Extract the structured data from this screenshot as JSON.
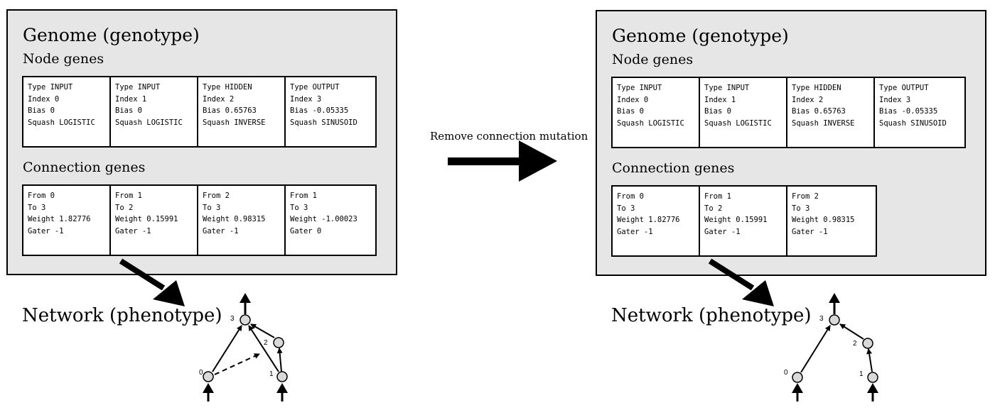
{
  "left": {
    "genome_title": "Genome (genotype)",
    "node_genes_title": "Node genes",
    "connection_genes_title": "Connection genes",
    "network_title": "Network (phenotype)",
    "node_genes": [
      {
        "line1": "Type INPUT",
        "line2": "Index 0",
        "line3": "Bias 0",
        "line4": "Squash LOGISTIC"
      },
      {
        "line1": "Type INPUT",
        "line2": "Index 1",
        "line3": "Bias 0",
        "line4": "Squash LOGISTIC"
      },
      {
        "line1": "Type HIDDEN",
        "line2": "Index 2",
        "line3": "Bias 0.65763",
        "line4": "Squash INVERSE"
      },
      {
        "line1": "Type OUTPUT",
        "line2": "Index 3",
        "line3": "Bias -0.05335",
        "line4": "Squash SINUSOID"
      }
    ],
    "connection_genes": [
      {
        "line1": "From 0",
        "line2": "To 3",
        "line3": "Weight 1.82776",
        "line4": "Gater -1"
      },
      {
        "line1": "From 1",
        "line2": "To 2",
        "line3": "Weight 0.15991",
        "line4": "Gater -1"
      },
      {
        "line1": "From 2",
        "line2": "To 3",
        "line3": "Weight 0.98315",
        "line4": "Gater -1"
      },
      {
        "line1": "From 1",
        "line2": "To 3",
        "line3": "Weight -1.00023",
        "line4": "Gater 0"
      }
    ],
    "network_node_labels": [
      "0",
      "1",
      "2",
      "3"
    ]
  },
  "mutation_label": "Remove connection mutation",
  "right": {
    "genome_title": "Genome (genotype)",
    "node_genes_title": "Node genes",
    "connection_genes_title": "Connection genes",
    "network_title": "Network (phenotype)",
    "node_genes": [
      {
        "line1": "Type INPUT",
        "line2": "Index 0",
        "line3": "Bias 0",
        "line4": "Squash LOGISTIC"
      },
      {
        "line1": "Type INPUT",
        "line2": "Index 1",
        "line3": "Bias 0",
        "line4": "Squash LOGISTIC"
      },
      {
        "line1": "Type HIDDEN",
        "line2": "Index 2",
        "line3": "Bias 0.65763",
        "line4": "Squash INVERSE"
      },
      {
        "line1": "Type OUTPUT",
        "line2": "Index 3",
        "line3": "Bias -0.05335",
        "line4": "Squash SINUSOID"
      }
    ],
    "connection_genes": [
      {
        "line1": "From 0",
        "line2": "To 3",
        "line3": "Weight 1.82776",
        "line4": "Gater -1"
      },
      {
        "line1": "From 1",
        "line2": "To 2",
        "line3": "Weight 0.15991",
        "line4": "Gater -1"
      },
      {
        "line1": "From 2",
        "line2": "To 3",
        "line3": "Weight 0.98315",
        "line4": "Gater -1"
      }
    ],
    "network_node_labels": [
      "0",
      "1",
      "2",
      "3"
    ]
  }
}
